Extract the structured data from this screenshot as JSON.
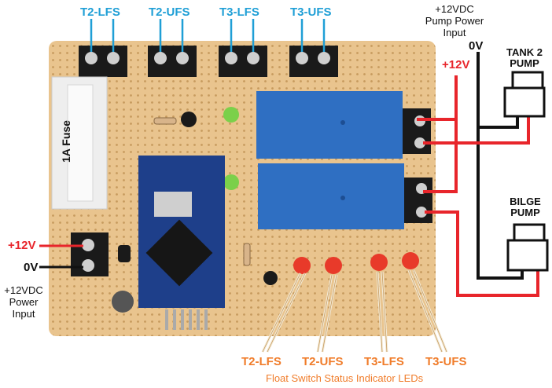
{
  "terminal_labels": [
    "T2-LFS",
    "T2-UFS",
    "T3-LFS",
    "T3-UFS"
  ],
  "pump_input": {
    "line1": "+12VDC",
    "line2": "Pump Power",
    "line3": "Input"
  },
  "pump_rail": {
    "zero": "0V",
    "plus": "+12V"
  },
  "pumps": {
    "tank2": {
      "line1": "TANK 2",
      "line2": "PUMP"
    },
    "bilge": {
      "line1": "BILGE",
      "line2": "PUMP"
    }
  },
  "fuse_label": "1A Fuse",
  "power_input": {
    "plus": "+12V",
    "zero": "0V",
    "line1": "+12VDC",
    "line2": "Power",
    "line3": "Input"
  },
  "led_labels": [
    "T2-LFS",
    "T2-UFS",
    "T3-LFS",
    "T3-UFS"
  ],
  "led_caption": "Float Switch Status Indicator LEDs",
  "colors": {
    "board": "#e9c48e",
    "relay": "#2f6fc2",
    "terminal": "#1a1a1a",
    "led_green": "#7bd04a",
    "led_red": "#e83a2a",
    "wire_red": "#e8252b",
    "wire_black": "#111111",
    "label_blue": "#1f9fd6",
    "label_orange": "#f07c2a",
    "mcu": "#1e3f8a"
  }
}
